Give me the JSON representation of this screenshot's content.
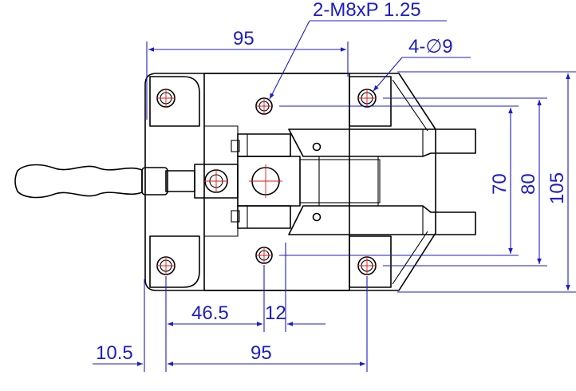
{
  "colors": {
    "dimension": "#1c1cc8",
    "centerline": "#e01818",
    "outline": "#000000"
  },
  "callouts": {
    "tapped_holes": "2-M8xP 1.25",
    "through_holes": "4-∅9"
  },
  "dimensions": {
    "top_width": "95",
    "bottom_width": "95",
    "offset_left": "10.5",
    "offset_mid": "46.5",
    "offset_small": "12",
    "height_70": "70",
    "height_80": "80",
    "height_105": "105"
  }
}
